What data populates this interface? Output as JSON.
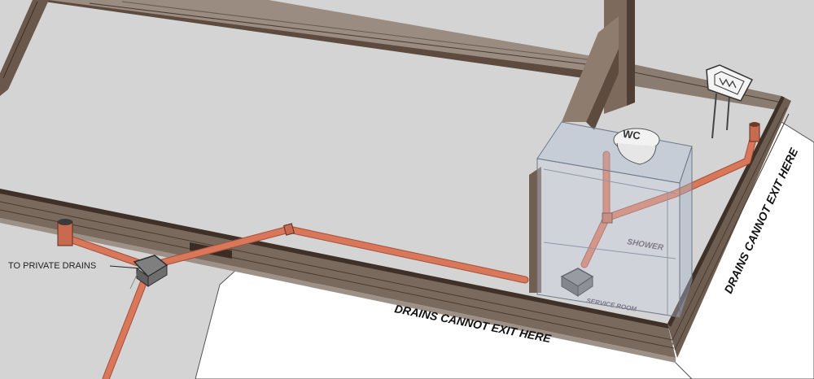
{
  "labels": {
    "private_drains": "TO PRIVATE DRAINS",
    "drains_front": "DRAINS CANNOT EXIT HERE",
    "drains_side": "DRAINS CANNOT EXIT HERE",
    "shower": "SHOWER",
    "service_room": "SERVICE ROOM",
    "wc": "WC"
  },
  "colors": {
    "ground": "#d4d4d4",
    "pipe": "#d9775a",
    "pipe_dark": "#a4503a",
    "timber": "#5e4b40",
    "timber_light": "#9a8c80",
    "strip": "#ffffff",
    "glass": "#b8c6dc"
  }
}
